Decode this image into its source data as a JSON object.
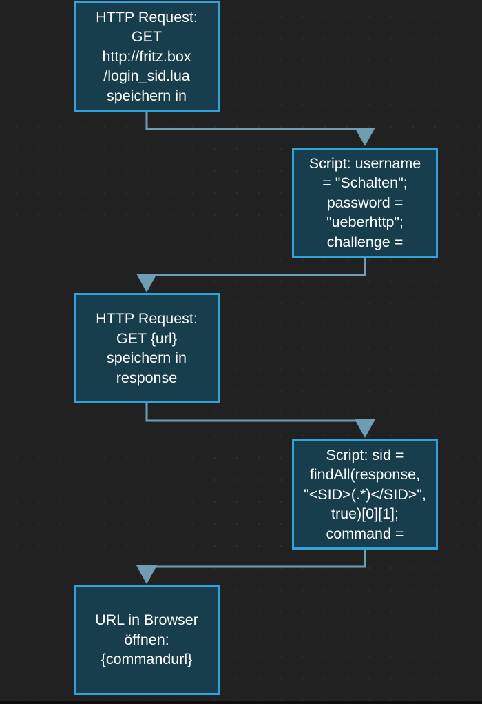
{
  "diagram": {
    "colors": {
      "background": "#212121",
      "node_fill": "#183d4c",
      "node_border": "#2ea3dc",
      "connector": "#6f9eb3",
      "text": "#ffffff"
    },
    "nodes": [
      {
        "id": "n1",
        "text": "HTTP Request:\nGET\nhttp://fritz.box\n/login_sid.lua\nspeichern in"
      },
      {
        "id": "n2",
        "text": "Script: username\n= \"Schalten\";\npassword =\n\"ueberhttp\";\nchallenge ="
      },
      {
        "id": "n3",
        "text": "HTTP Request:\nGET {url}\nspeichern in\nresponse"
      },
      {
        "id": "n4",
        "text": "Script: sid =\nfindAll(response,\n\"<SID>(.*)</SID>\",\ntrue)[0][1];\ncommand ="
      },
      {
        "id": "n5",
        "text": "URL in Browser\nöffnen:\n{commandurl}"
      }
    ],
    "edges": [
      {
        "from": "n1",
        "to": "n2"
      },
      {
        "from": "n2",
        "to": "n3"
      },
      {
        "from": "n3",
        "to": "n4"
      },
      {
        "from": "n4",
        "to": "n5"
      }
    ]
  }
}
